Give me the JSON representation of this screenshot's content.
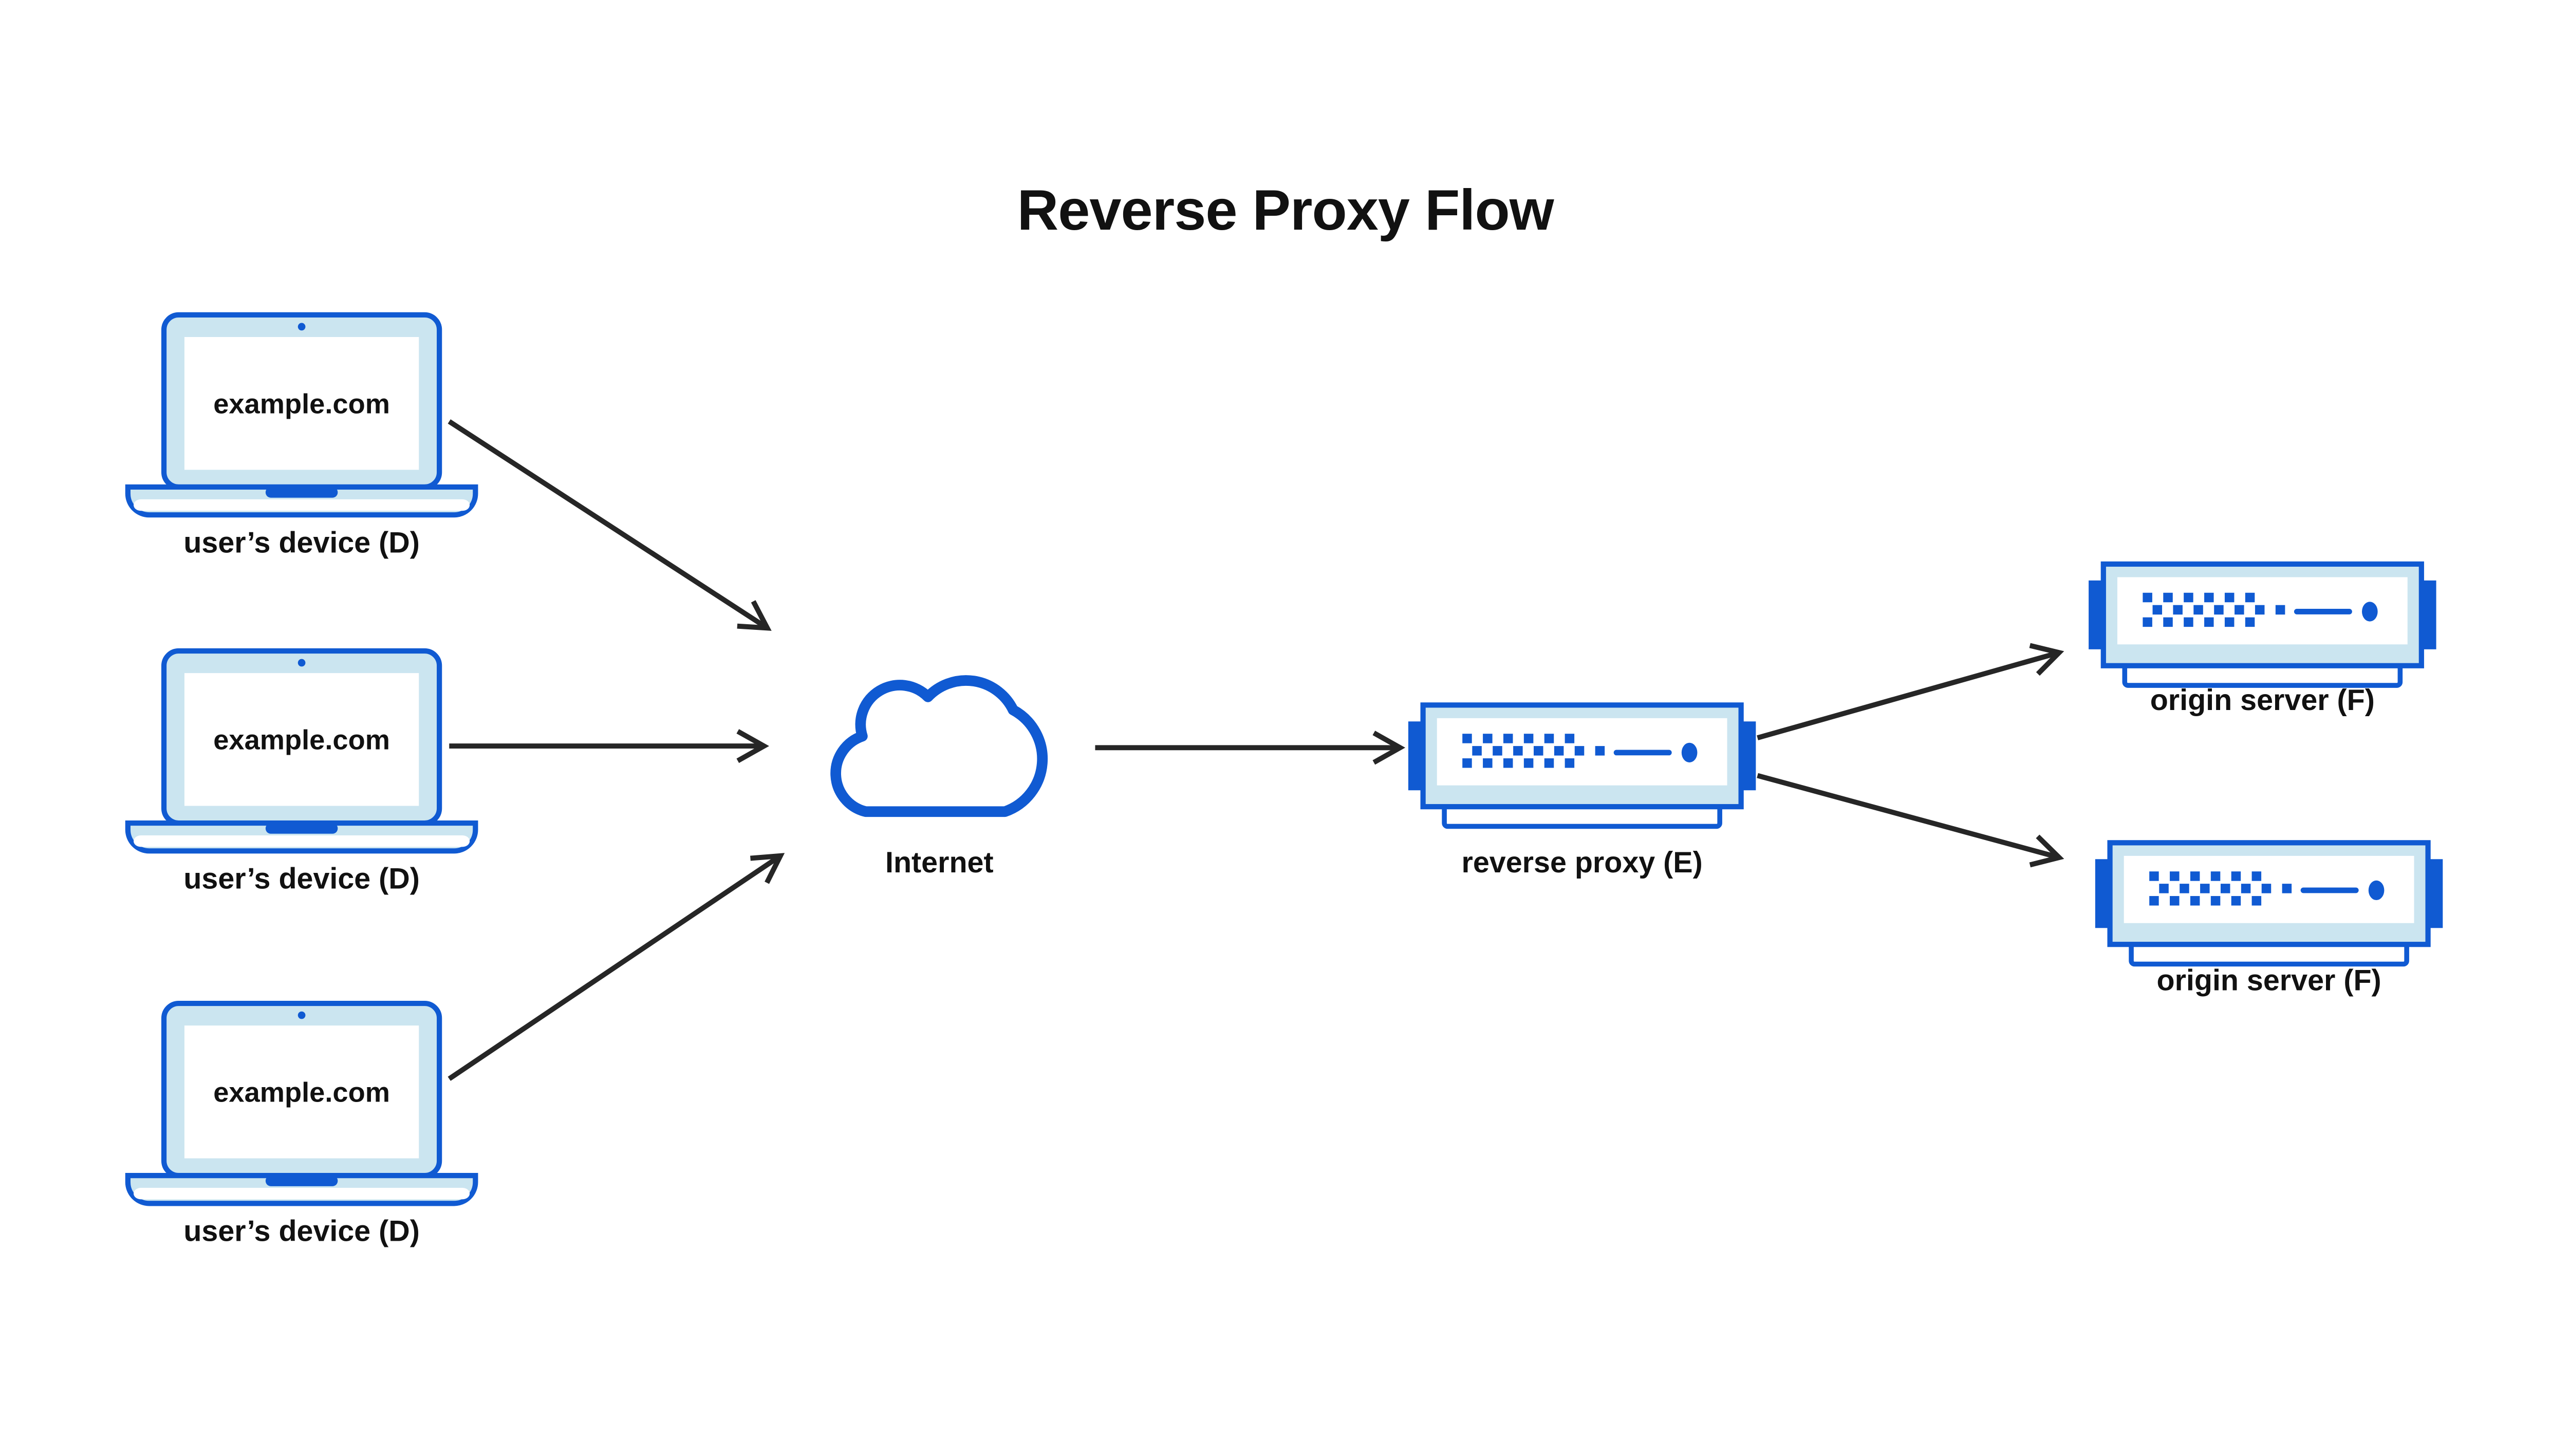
{
  "title": "Reverse Proxy Flow",
  "colors": {
    "accent_blue": "#105AD2",
    "light_blue_fill": "#CBE5F0",
    "arrow_black": "#262626",
    "text_black": "#111111",
    "background": "#FFFFFF"
  },
  "nodes": {
    "devices": [
      {
        "id": "device-1",
        "screen_text": "example.com",
        "label": "user’s device (D)"
      },
      {
        "id": "device-2",
        "screen_text": "example.com",
        "label": "user’s device (D)"
      },
      {
        "id": "device-3",
        "screen_text": "example.com",
        "label": "user’s device (D)"
      }
    ],
    "internet": {
      "id": "internet",
      "label": "Internet"
    },
    "reverse_proxy": {
      "id": "reverse-proxy",
      "label": "reverse proxy (E)"
    },
    "origin_servers": [
      {
        "id": "origin-server-1",
        "label": "origin server (F)"
      },
      {
        "id": "origin-server-2",
        "label": "origin server (F)"
      }
    ]
  },
  "edges": [
    {
      "from": "device-1",
      "to": "internet"
    },
    {
      "from": "device-2",
      "to": "internet"
    },
    {
      "from": "device-3",
      "to": "internet"
    },
    {
      "from": "internet",
      "to": "reverse-proxy"
    },
    {
      "from": "reverse-proxy",
      "to": "origin-server-1"
    },
    {
      "from": "reverse-proxy",
      "to": "origin-server-2"
    }
  ]
}
